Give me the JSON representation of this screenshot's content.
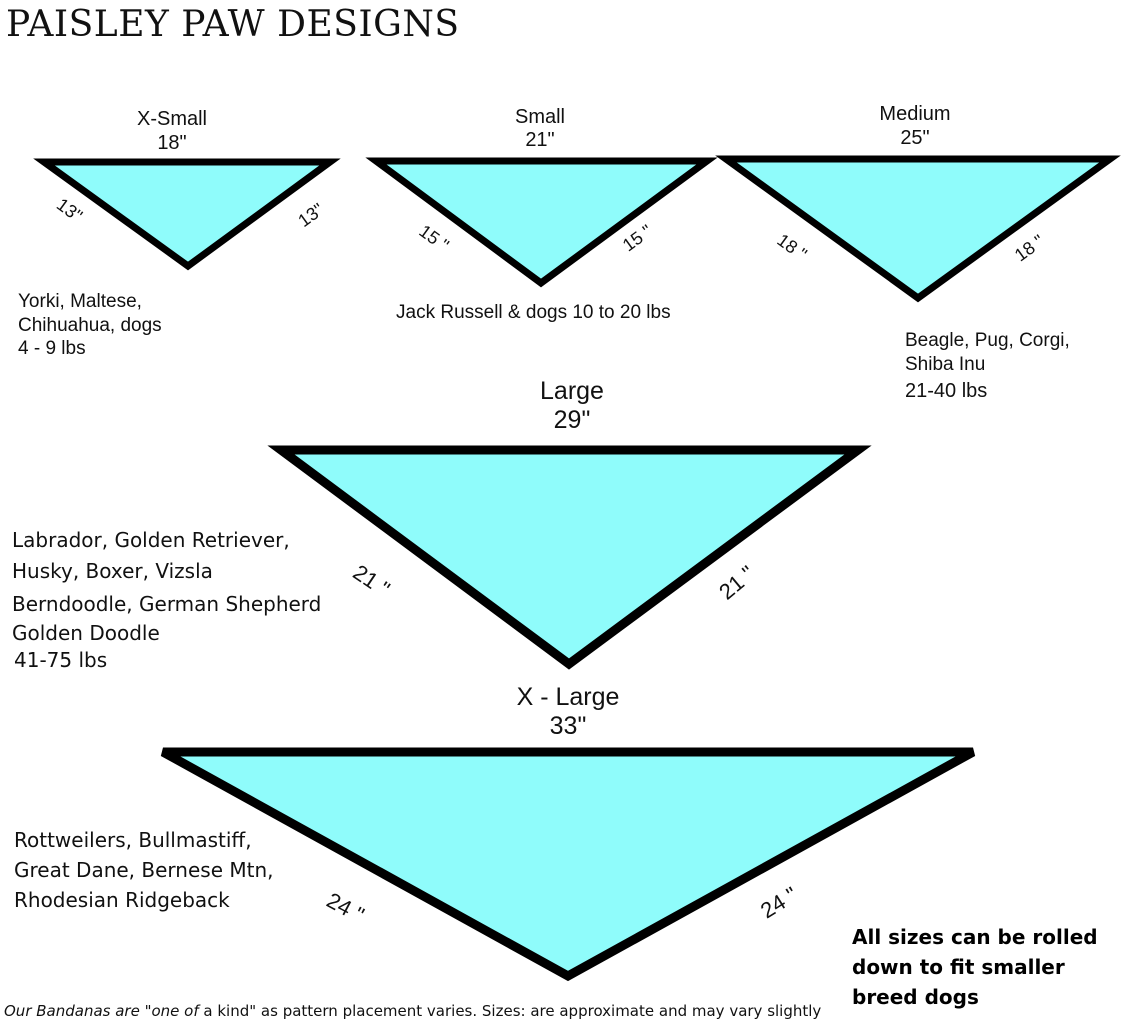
{
  "brand": "PAISLEY PAW DESIGNS",
  "fill_color": "#8ffcfb",
  "outline_color": "#000000",
  "sizes": [
    {
      "name": "X-Small",
      "width": "18\"",
      "side_left": "13\"",
      "side_right": "13\"",
      "breeds": [
        "Yorki, Maltese,",
        "Chihuahua, dogs",
        "4 - 9 lbs"
      ]
    },
    {
      "name": "Small",
      "width": "21\"",
      "side_left": "15 \"",
      "side_right": "15 \"",
      "breeds": [
        "Jack Russell & dogs 10 to 20 lbs"
      ]
    },
    {
      "name": "Medium",
      "width": "25\"",
      "side_left": "18 \"",
      "side_right": "18 \"",
      "breeds": [
        "Beagle, Pug, Corgi,",
        "Shiba Inu",
        "21-40 lbs"
      ]
    },
    {
      "name": "Large",
      "width": "29\"",
      "side_left": "21 \"",
      "side_right": "21 \"",
      "breeds": [
        "Labrador, Golden Retriever,",
        "Husky, Boxer, Vizsla",
        "Berndoodle, German Shepherd",
        "Golden Doodle",
        "41-75 lbs"
      ]
    },
    {
      "name": "X - Large",
      "width": "33\"",
      "side_left": "24 \"",
      "side_right": "24 \"",
      "breeds": [
        "Rottweilers, Bullmastiff,",
        "Great Dane, Bernese Mtn,",
        "Rhodesian Ridgeback"
      ]
    }
  ],
  "note": [
    "All sizes can be rolled",
    "down to fit smaller",
    "breed dogs"
  ],
  "footer": {
    "part1": "Our Bandanas are ",
    "part2": "\"one of",
    "part3": " a kind\" as pattern placement varies. Sizes: are approximate and may vary slightly"
  }
}
